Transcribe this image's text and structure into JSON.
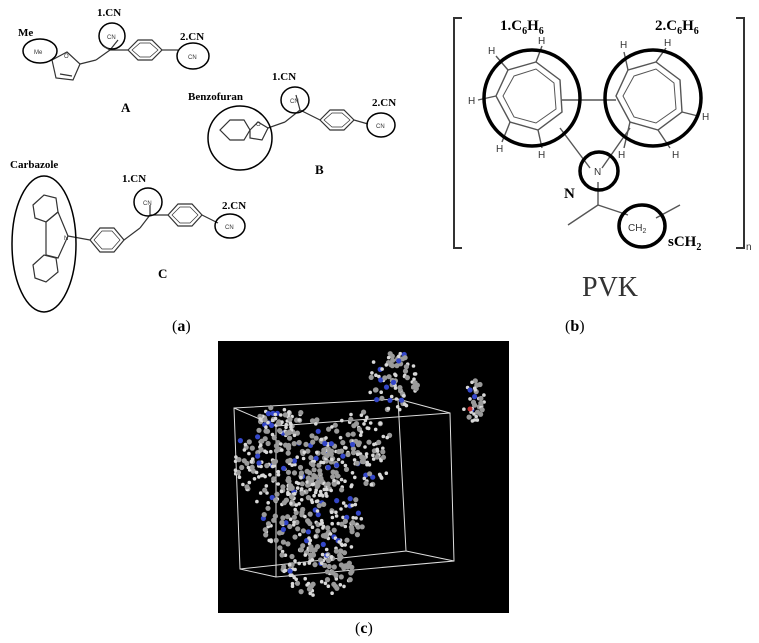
{
  "panel_a": {
    "structures": [
      {
        "label": "A",
        "substituent": "Me",
        "atom_label": "Me",
        "cn1": "1.CN",
        "cn2": "2.CN",
        "cn": "CN"
      },
      {
        "label": "B",
        "substituent": "Benzofuran",
        "atom_label": "O",
        "cn1": "1.CN",
        "cn2": "2.CN",
        "cn": "CN"
      },
      {
        "label": "C",
        "substituent": "Carbazole",
        "atom_label": "N",
        "cn1": "1.CN",
        "cn2": "2.CN",
        "cn": "CN"
      }
    ],
    "furan_o": "O"
  },
  "panel_b": {
    "ring1": "1.C",
    "ring1_sub6": "6",
    "ring1_H": "H",
    "ring1_sub6b": "6",
    "ring2": "2.C",
    "ring2_sub6": "6",
    "ring2_H": "H",
    "ring2_sub6b": "6",
    "h_atom": "H",
    "n_atom": "N",
    "n_label": "N",
    "ch2": "CH",
    "ch2_sub": "2",
    "sch2": "sCH",
    "sch2_sub": "2",
    "repeat": "n",
    "polymer": "PVK"
  },
  "panel_c": {
    "description_color": "#000000"
  },
  "captions": {
    "a_open": "(",
    "a": "a",
    "a_close": ")",
    "b_open": "(",
    "b": "b",
    "b_close": ")",
    "c_open": "(",
    "c": "c",
    "c_close": ")"
  }
}
